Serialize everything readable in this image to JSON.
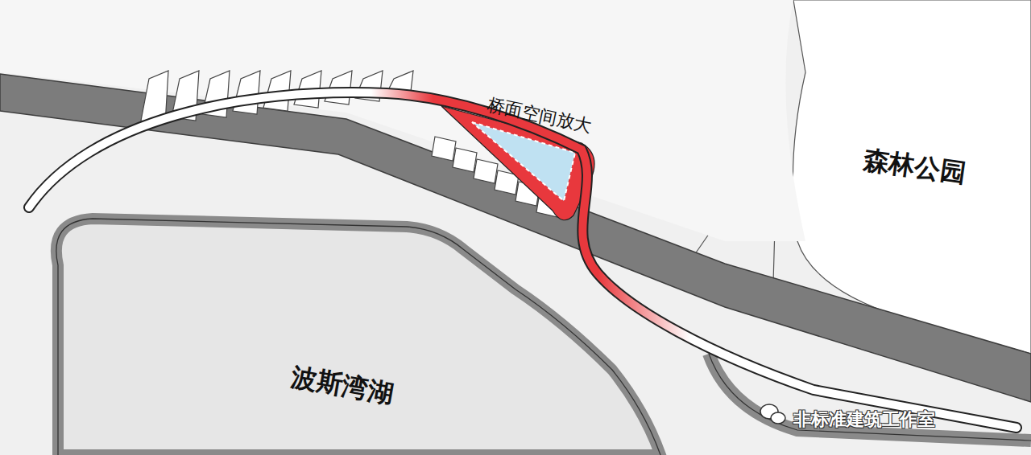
{
  "diagram": {
    "labels": [
      "桥面空间放大",
      "森林公园",
      "波斯湾湖",
      "非标准建筑工作室"
    ]
  }
}
